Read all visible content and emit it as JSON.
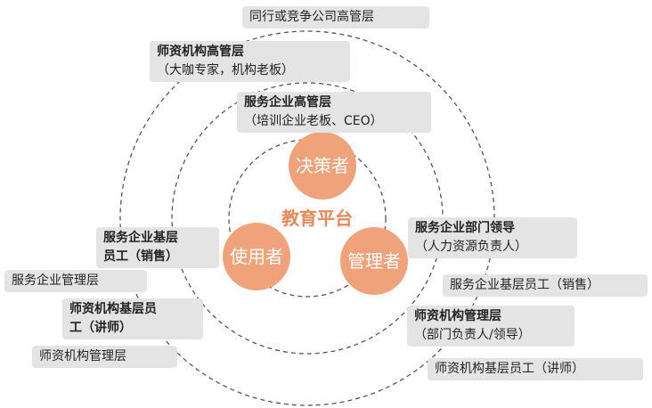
{
  "center_label": "教育平台",
  "roles": {
    "decision": "决策者",
    "user": "使用者",
    "manager": "管理者"
  },
  "labels": {
    "peer_exec": "同行或竞争公司高管层",
    "teacher_exec_title": "师资机构高管层",
    "teacher_exec_sub": "（大咖专家，机构老板）",
    "service_exec_title": "服务企业高管层",
    "service_exec_sub": "（培训企业老板、CEO）",
    "service_staff_title": "服务企业基层",
    "service_staff_sub": "员工（销售）",
    "service_mgmt": "服务企业管理层",
    "teacher_staff_title": "师资机构基层员",
    "teacher_staff_sub": "工（讲师）",
    "teacher_mgmt_left": "师资机构管理层",
    "dept_lead_title": "服务企业部门领导",
    "dept_lead_sub": "（人力资源负责人）",
    "service_staff_right": "服务企业基层员工（销售）",
    "teacher_mgmt_title": "师资机构管理层",
    "teacher_mgmt_sub": "（部门负责人/领导）",
    "teacher_staff_right": "师资机构基层员工（讲师）"
  },
  "colors": {
    "role_circle": "#f0a27a",
    "center_text": "#e8895a",
    "label_bg": "#e4e4e4",
    "ring": "#555555"
  }
}
